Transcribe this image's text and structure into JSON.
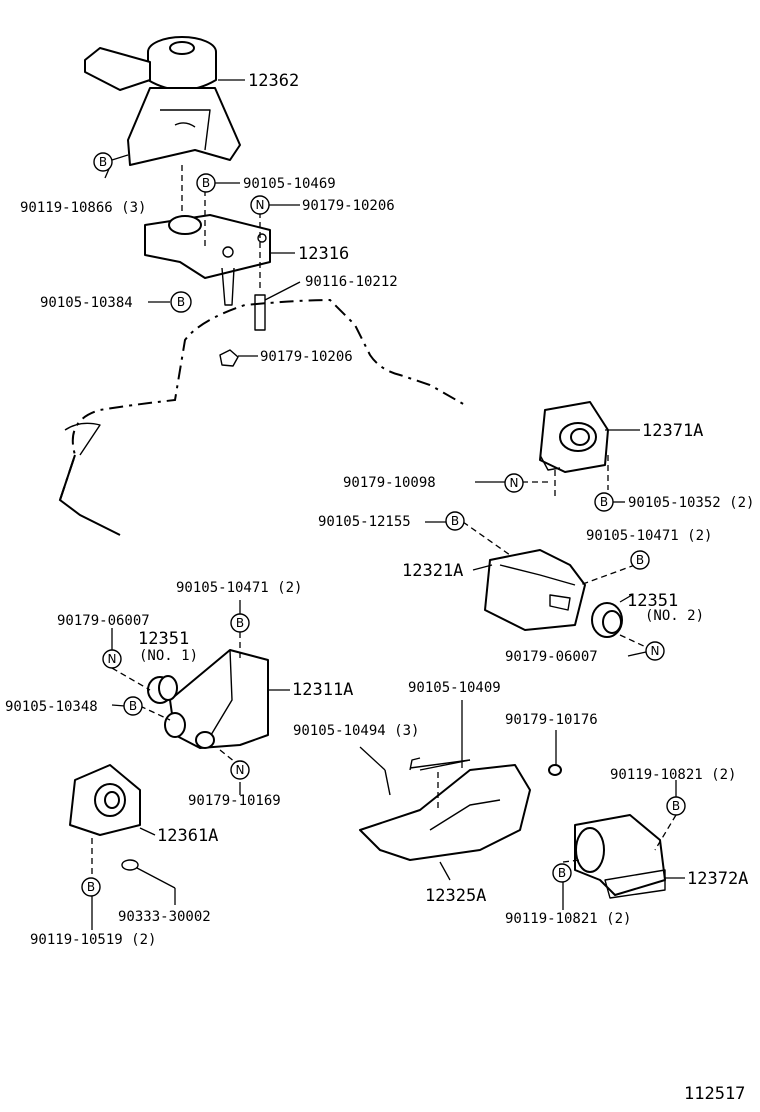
{
  "symbols": {
    "bolt": "B",
    "nut": "N"
  },
  "labels": {
    "p12362": "12362",
    "p90119_10866": "90119-10866 (3)",
    "p90105_10469": "90105-10469",
    "p90179_10206a": "90179-10206",
    "p12316": "12316",
    "p90105_10384": "90105-10384",
    "p90116_10212": "90116-10212",
    "p90179_10206b": "90179-10206",
    "p12371A": "12371A",
    "p90179_10098": "90179-10098",
    "p90105_10352": "90105-10352 (2)",
    "p90105_12155": "90105-12155",
    "p12321A": "12321A",
    "p90105_10471_r": "90105-10471 (2)",
    "p12351_no2": "12351",
    "p12351_no2_sub": "(NO. 2)",
    "p90179_06007_r": "90179-06007",
    "p90105_10471_l": "90105-10471 (2)",
    "p90179_06007_l": "90179-06007",
    "p12351_no1": "12351",
    "p12351_no1_sub": "(NO. 1)",
    "p12311A": "12311A",
    "p90105_10348": "90105-10348",
    "p90179_10169": "90179-10169",
    "p90105_10409": "90105-10409",
    "p90105_10494": "90105-10494 (3)",
    "p90179_10176": "90179-10176",
    "p90119_10821_top": "90119-10821 (2)",
    "p12361A": "12361A",
    "p90333_30002": "90333-30002",
    "p90119_10519": "90119-10519 (2)",
    "p12325A": "12325A",
    "p12372A": "12372A",
    "p90119_10821_bot": "90119-10821 (2)",
    "fig_number": "112517"
  }
}
